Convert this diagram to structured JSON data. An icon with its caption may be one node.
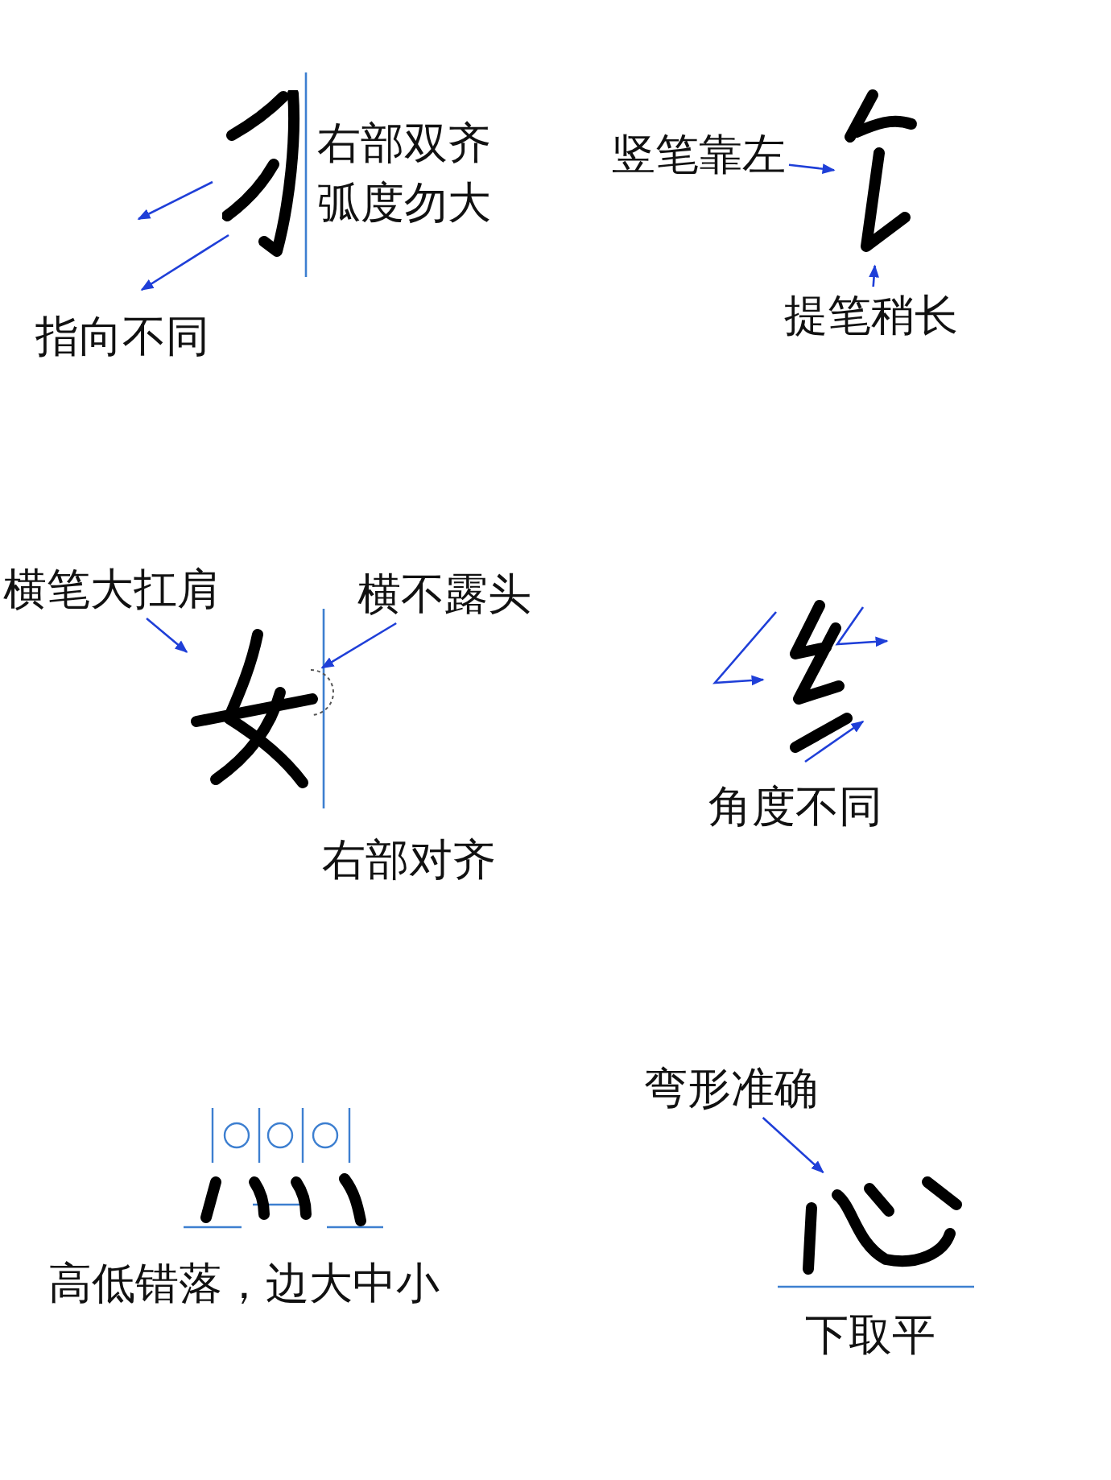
{
  "diagram": {
    "nodes": [
      {
        "text": [],
        "shape": "picture",
        "beside": [
          "右部双齐",
          "弧度勿大",
          "指向不同"
        ]
      },
      {
        "text": [
          "竖笔靠左"
        ]
      },
      {
        "text": [],
        "shape": "picture"
      },
      {
        "text": [
          "提笔稍长"
        ]
      },
      {
        "text": [
          "横笔大扛肩"
        ]
      },
      {
        "text": [
          "横不露头"
        ]
      },
      {
        "text": [],
        "shape": "picture",
        "beside": [
          "右部对齐"
        ]
      },
      {
        "text": [],
        "shape": "picture",
        "beside": [
          "角度不同"
        ]
      },
      {
        "text": [],
        "shape": "picture",
        "beside": [
          "高低错落，边大中小"
        ]
      },
      {
        "text": [
          "弯形准确"
        ]
      },
      {
        "text": [],
        "shape": "picture",
        "beside": [
          "下取平"
        ]
      }
    ],
    "edges": [
      {
        "from": 1,
        "to": 2,
        "arrow": "to"
      },
      {
        "from": 3,
        "to": 2,
        "arrow": "to"
      },
      {
        "from": 4,
        "to": 6,
        "arrow": "to"
      },
      {
        "from": 5,
        "to": 6,
        "arrow": "to"
      },
      {
        "from": 9,
        "to": 10,
        "arrow": "to"
      }
    ]
  }
}
